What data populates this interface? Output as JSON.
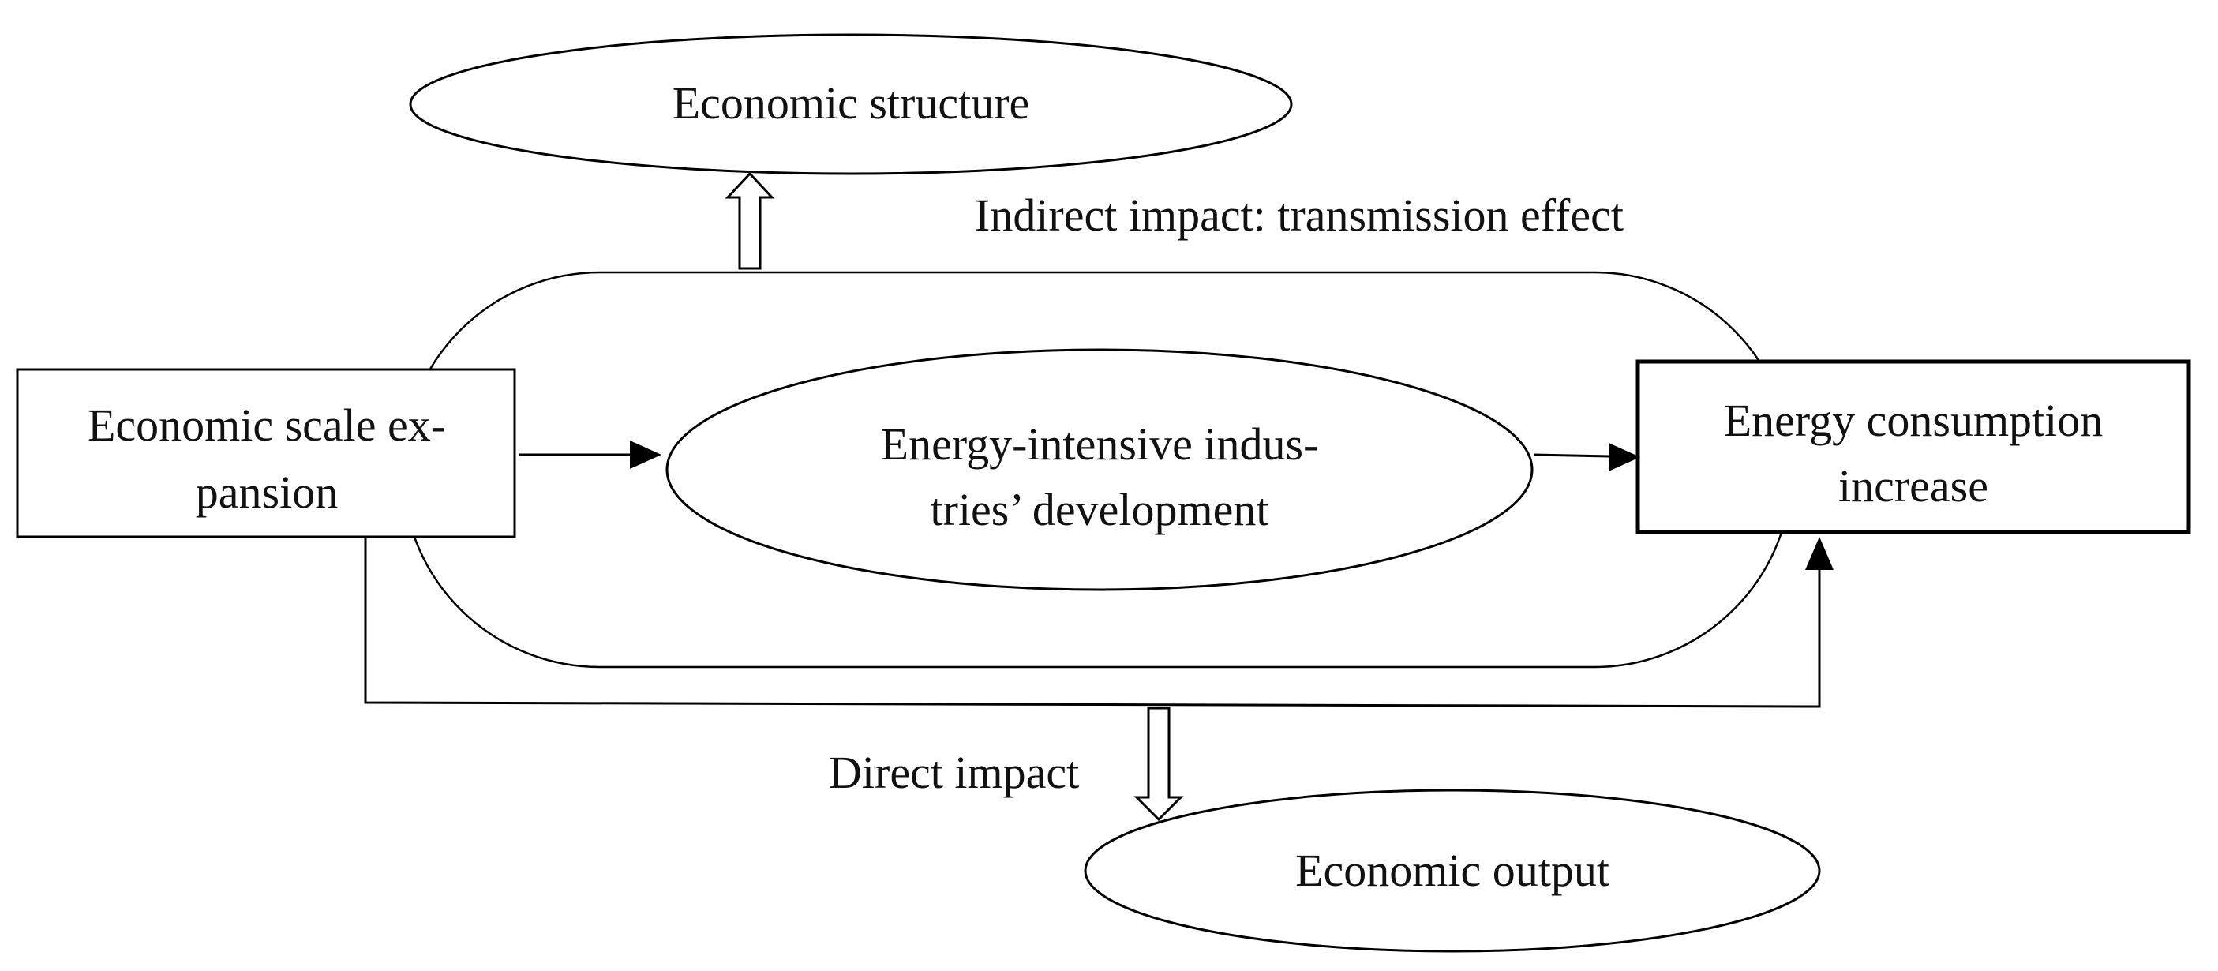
{
  "nodes": {
    "economic_structure": "Economic structure",
    "economic_scale_expansion": [
      "Economic scale ex-",
      "pansion"
    ],
    "energy_intensive_industries": [
      "Energy-intensive indus-",
      "tries’ development"
    ],
    "energy_consumption_increase": [
      "Energy consumption",
      "increase"
    ],
    "economic_output": "Economic output"
  },
  "labels": {
    "indirect_impact": "Indirect impact: transmission effect",
    "direct_impact": "Direct impact"
  }
}
